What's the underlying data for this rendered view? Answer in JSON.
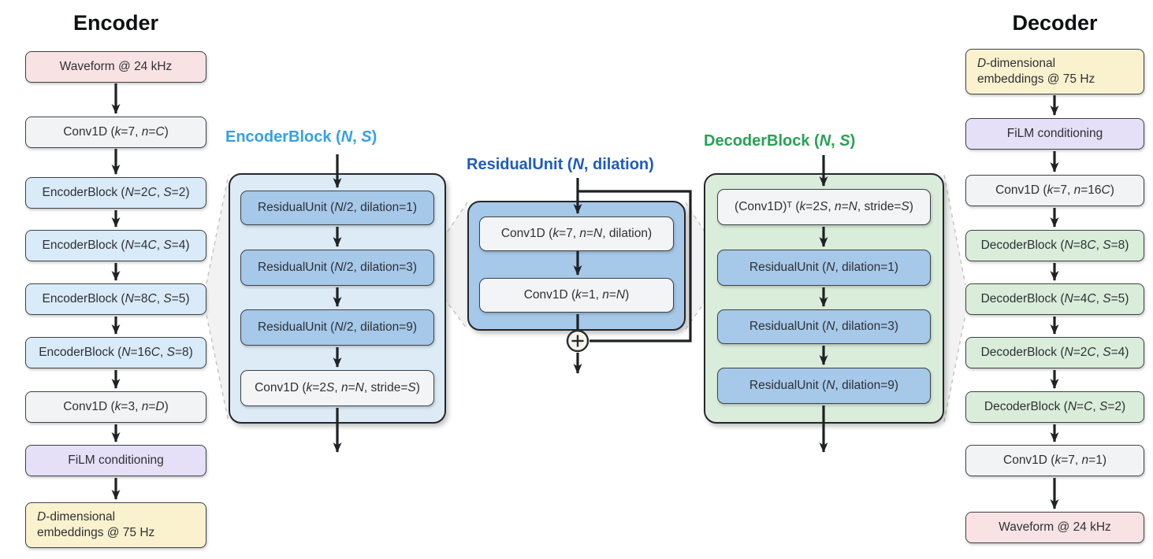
{
  "palette": {
    "pink": "#f9e2e3",
    "gray": "#f2f3f4",
    "light_blue": "#d9eaf8",
    "mid_blue": "#a6c8e9",
    "purple": "#e5dff8",
    "yellow": "#faf2cf",
    "green": "#d9edda",
    "container_light_blue": "#ddebf7",
    "container_mid_blue": "#a6c8e9",
    "container_green": "#d9edda",
    "inner_gray": "#f3f4f5",
    "encoder_block_title": "#35a0e8",
    "residual_unit_title": "#1d5bc4",
    "decoder_block_title": "#27a254",
    "arrow": "#1f2123",
    "dashed_connector": "#c6c6c6",
    "connector_fill": "#f0f0f1"
  },
  "encoder": {
    "title": "Encoder",
    "boxes": [
      {
        "name": "waveform-input",
        "lines": [
          [
            "Waveform @ 24 kHz"
          ]
        ]
      },
      {
        "name": "conv1d-k7-nC",
        "lines": [
          [
            "Conv1D (",
            "k",
            "=7, ",
            "n",
            "=",
            "C",
            ")"
          ]
        ]
      },
      {
        "name": "encoderblock-2c",
        "lines": [
          [
            "EncoderBlock (",
            "N",
            "=2",
            "C",
            ", ",
            "S",
            "=2)"
          ]
        ]
      },
      {
        "name": "encoderblock-4c",
        "lines": [
          [
            "EncoderBlock (",
            "N",
            "=4",
            "C",
            ", ",
            "S",
            "=4)"
          ]
        ]
      },
      {
        "name": "encoderblock-8c",
        "lines": [
          [
            "EncoderBlock (",
            "N",
            "=8",
            "C",
            ", ",
            "S",
            "=5)"
          ]
        ]
      },
      {
        "name": "encoderblock-16c",
        "lines": [
          [
            "EncoderBlock (",
            "N",
            "=16",
            "C",
            ", ",
            "S",
            "=8)"
          ]
        ]
      },
      {
        "name": "conv1d-k3-nD",
        "lines": [
          [
            "Conv1D (",
            "k",
            "=3, ",
            "n",
            "=",
            "D",
            ")"
          ]
        ]
      },
      {
        "name": "film-conditioning",
        "lines": [
          [
            "FiLM conditioning"
          ]
        ]
      },
      {
        "name": "embeddings-output",
        "lines": [
          [
            "",
            "D",
            "-dimensional"
          ],
          [
            "embeddings @ 75 Hz"
          ]
        ]
      }
    ]
  },
  "encoder_block": {
    "title": {
      "lines": [
        [
          "EncoderBlock (",
          "N",
          ", ",
          "S",
          ")"
        ]
      ]
    },
    "boxes": [
      {
        "name": "residualunit-d1",
        "lines": [
          [
            "ResidualUnit (",
            "N",
            "/2, dilation=1)"
          ]
        ]
      },
      {
        "name": "residualunit-d3",
        "lines": [
          [
            "ResidualUnit (",
            "N",
            "/2, dilation=3)"
          ]
        ]
      },
      {
        "name": "residualunit-d9",
        "lines": [
          [
            "ResidualUnit (",
            "N",
            "/2, dilation=9)"
          ]
        ]
      },
      {
        "name": "conv1d-stride",
        "lines": [
          [
            "Conv1D (",
            "k",
            "=2",
            "S",
            ", ",
            "n",
            "=",
            "N",
            ", stride=",
            "S",
            ")"
          ]
        ]
      }
    ]
  },
  "residual_unit": {
    "title": {
      "lines": [
        [
          "ResidualUnit (",
          "N",
          ", dilation)"
        ]
      ]
    },
    "boxes": [
      {
        "name": "conv1d-k7-dilated",
        "lines": [
          [
            "Conv1D (",
            "k",
            "=7, ",
            "n",
            "=",
            "N",
            ", dilation)"
          ]
        ]
      },
      {
        "name": "conv1d-k1",
        "lines": [
          [
            "Conv1D (",
            "k",
            "=1, ",
            "n",
            "=",
            "N",
            ")"
          ]
        ]
      }
    ],
    "sum_symbol": "+"
  },
  "decoder_block": {
    "title": {
      "lines": [
        [
          "DecoderBlock (",
          "N",
          ", ",
          "S",
          ")"
        ]
      ]
    },
    "boxes": [
      {
        "name": "conv1d-transposed",
        "lines": [
          [
            "(Conv1D)ᵀ (",
            "k",
            "=2",
            "S",
            ", ",
            "n",
            "=",
            "N",
            ", stride=",
            "S",
            ")"
          ]
        ]
      },
      {
        "name": "residualunit-d1",
        "lines": [
          [
            "ResidualUnit (",
            "N",
            ", dilation=1)"
          ]
        ]
      },
      {
        "name": "residualunit-d3",
        "lines": [
          [
            "ResidualUnit (",
            "N",
            ", dilation=3)"
          ]
        ]
      },
      {
        "name": "residualunit-d9",
        "lines": [
          [
            "ResidualUnit (",
            "N",
            ", dilation=9)"
          ]
        ]
      }
    ]
  },
  "decoder": {
    "title": "Decoder",
    "boxes": [
      {
        "name": "embeddings-input",
        "lines": [
          [
            "",
            "D",
            "-dimensional"
          ],
          [
            "embeddings @ 75 Hz"
          ]
        ]
      },
      {
        "name": "film-conditioning",
        "lines": [
          [
            "FiLM conditioning"
          ]
        ]
      },
      {
        "name": "conv1d-k7-16c",
        "lines": [
          [
            "Conv1D (",
            "k",
            "=7, ",
            "n",
            "=16",
            "C",
            ")"
          ]
        ]
      },
      {
        "name": "decoderblock-8c",
        "lines": [
          [
            "DecoderBlock (",
            "N",
            "=8",
            "C",
            ", ",
            "S",
            "=8)"
          ]
        ]
      },
      {
        "name": "decoderblock-4c",
        "lines": [
          [
            "DecoderBlock (",
            "N",
            "=4",
            "C",
            ", ",
            "S",
            "=5)"
          ]
        ]
      },
      {
        "name": "decoderblock-2c",
        "lines": [
          [
            "DecoderBlock (",
            "N",
            "=2",
            "C",
            ", ",
            "S",
            "=4)"
          ]
        ]
      },
      {
        "name": "decoderblock-c",
        "lines": [
          [
            "DecoderBlock (",
            "N",
            "=",
            "C",
            ", ",
            "S",
            "=2)"
          ]
        ]
      },
      {
        "name": "conv1d-k7-n1",
        "lines": [
          [
            "Conv1D (",
            "k",
            "=7, ",
            "n",
            "=1)"
          ]
        ]
      },
      {
        "name": "waveform-output",
        "lines": [
          [
            "Waveform @ 24 kHz"
          ]
        ]
      }
    ]
  }
}
